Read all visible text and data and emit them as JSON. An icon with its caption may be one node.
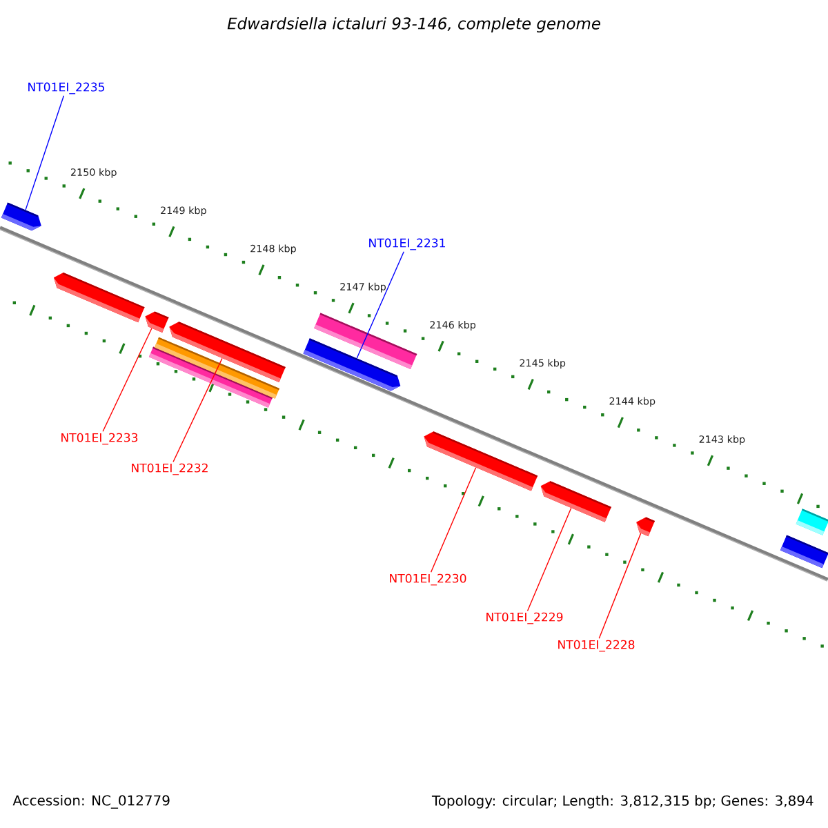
{
  "diagram": {
    "title": "Edwardsiella ictaluri 93-146, complete genome",
    "nodes": [
      {
        "text": [
          "NT01EI_2235"
        ]
      },
      {
        "text": [
          "NT01EI_2231"
        ]
      },
      {
        "text": [
          "NT01EI_2233"
        ]
      },
      {
        "text": [
          "NT01EI_2232"
        ]
      },
      {
        "text": [
          "NT01EI_2230"
        ]
      },
      {
        "text": [
          "NT01EI_2229"
        ]
      },
      {
        "text": [
          "NT01EI_2228"
        ]
      },
      {
        "text": [],
        "shape": "bar"
      },
      {
        "text": [],
        "shape": "bar"
      },
      {
        "text": [],
        "shape": "bar"
      },
      {
        "text": [],
        "shape": "bar"
      },
      {
        "text": [],
        "shape": "bar"
      },
      {
        "text": [],
        "shape": "bar"
      },
      {
        "text": [],
        "shape": "bar"
      }
    ],
    "edges": [
      {
        "from": 0,
        "to": 7,
        "arrow": "none",
        "color": "#0000ff"
      },
      {
        "from": 1,
        "to": 10,
        "arrow": "none",
        "color": "#0000ff"
      },
      {
        "from": 2,
        "to": 8,
        "arrow": "none"
      },
      {
        "from": 3,
        "to": 9,
        "arrow": "none"
      },
      {
        "from": 4,
        "to": 11,
        "arrow": "none"
      },
      {
        "from": 5,
        "to": 12,
        "arrow": "none"
      },
      {
        "from": 6,
        "to": 13,
        "arrow": "none"
      }
    ],
    "labels": [
      "2150 kbp",
      "2149 kbp",
      "2148 kbp",
      "2147 kbp",
      "2146 kbp",
      "2145 kbp",
      "2144 kbp",
      "2143 kbp",
      "Accession: NC_012779",
      "Topology: circular; Length: 3,812,315 bp; Genes: 3,894"
    ]
  }
}
